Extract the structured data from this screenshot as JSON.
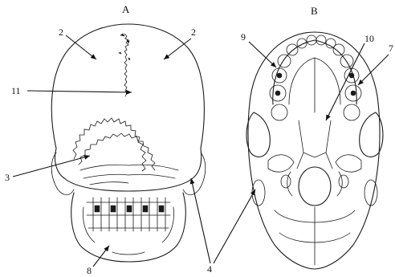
{
  "panels": {
    "a": "A",
    "b": "B"
  },
  "labels": {
    "l2_left": "2",
    "l2_right": "2",
    "l11": "11",
    "l3": "3",
    "l8": "8",
    "l4": "4",
    "l9": "9",
    "l10": "10",
    "l7": "7"
  }
}
